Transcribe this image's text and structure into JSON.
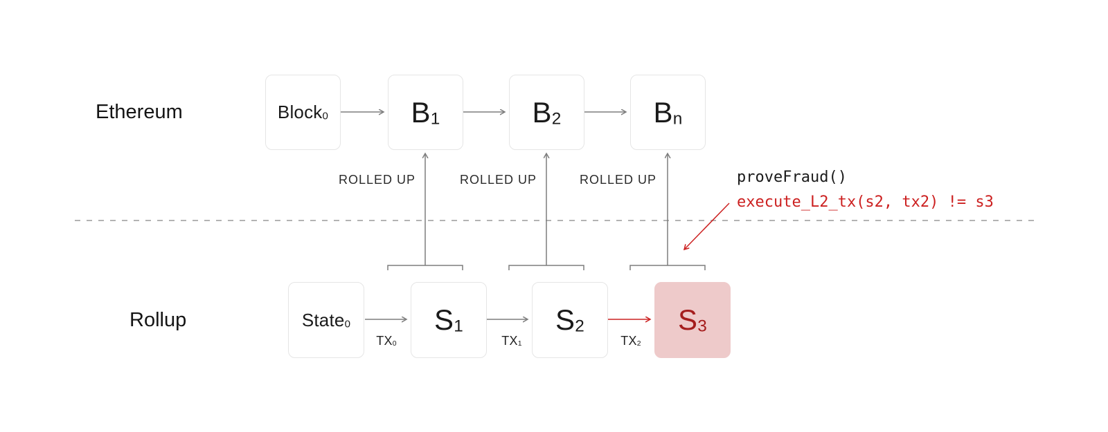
{
  "theme": {
    "background": "#ffffff",
    "text_primary": "#1a1a1a",
    "line_gray": "#7d7d7d",
    "box_border": "#e5e5e5",
    "box_fill": "#ffffff",
    "dashed_line": "#9a9a9a",
    "accent_red": "#cc2020",
    "fraud_fill": "#eecaca",
    "fraud_text": "#a51d1d"
  },
  "layers": {
    "ethereum": {
      "label": "Ethereum",
      "blocks": [
        {
          "base": "Block",
          "sub": "0"
        },
        {
          "base": "B",
          "sub": "1"
        },
        {
          "base": "B",
          "sub": "2"
        },
        {
          "base": "B",
          "sub": "n"
        }
      ]
    },
    "rollup": {
      "label": "Rollup",
      "states": [
        {
          "base": "State",
          "sub": "0"
        },
        {
          "base": "S",
          "sub": "1"
        },
        {
          "base": "S",
          "sub": "2"
        },
        {
          "base": "S",
          "sub": "3"
        }
      ]
    }
  },
  "rolled_up_labels": [
    "ROLLED UP",
    "ROLLED UP",
    "ROLLED UP"
  ],
  "tx_labels": [
    {
      "base": "TX",
      "sub": "0"
    },
    {
      "base": "TX",
      "sub": "1"
    },
    {
      "base": "TX",
      "sub": "2"
    }
  ],
  "annotation": {
    "line1": "proveFraud()",
    "line2": "execute_L2_tx(s2, tx2) != s3"
  }
}
